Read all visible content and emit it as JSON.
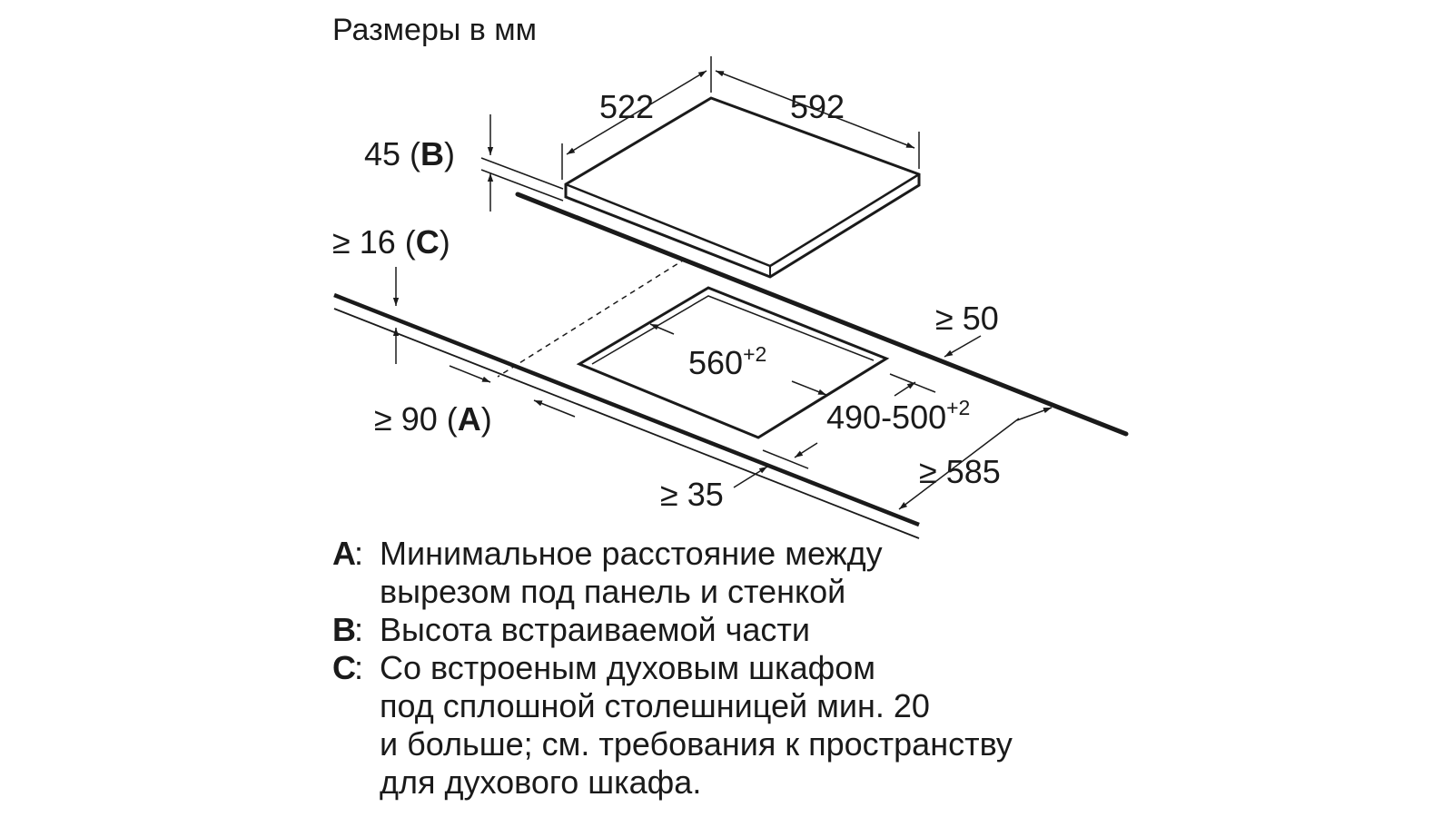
{
  "title": "Размеры в мм",
  "dimensions": {
    "depth": "522",
    "width": "592",
    "height_value": "45 (",
    "height_letter": "B",
    "height_close": ")",
    "clearance_value": "≥ 16 (",
    "clearance_letter": "C",
    "clearance_close": ")",
    "cutout_width": "560",
    "cutout_width_tol": "+2",
    "cutout_depth": "490-500",
    "cutout_depth_tol": "+2",
    "back_gap_value": "≥ 90 (",
    "back_gap_letter": "A",
    "back_gap_close": ")",
    "side_gap": "≥ 50",
    "front_gap": "≥ 35",
    "worktop_depth": "≥ 585"
  },
  "legend": [
    {
      "key": "A",
      "lines": [
        "Минимальное расстояние между",
        "вырезом под панель и стенкой"
      ]
    },
    {
      "key": "B",
      "lines": [
        "Высота встраиваемой части"
      ]
    },
    {
      "key": "C",
      "lines": [
        "Со встроеным духовым шкафом",
        "под сплошной столешницей мин. 20",
        "и больше; см. требования к пространству",
        "для духового шкафа."
      ]
    }
  ],
  "colors": {
    "ink": "#1a1a1a",
    "background": "#ffffff"
  }
}
